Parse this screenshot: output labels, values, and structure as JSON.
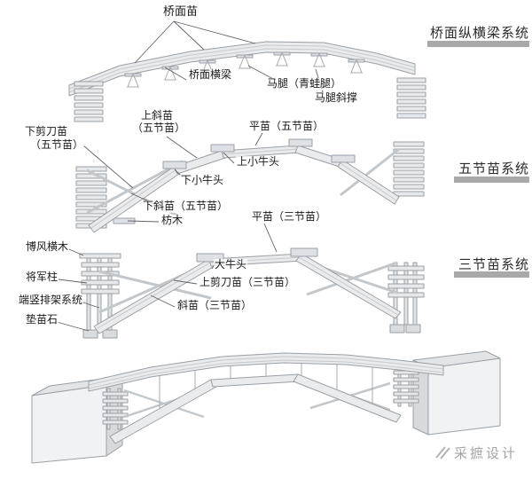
{
  "section_labels": {
    "deck": "桥面纵横梁系统",
    "five_segment": "五节苗系统",
    "three_segment": "三节苗系统"
  },
  "part_labels": {
    "deck_planks": "桥面苗",
    "deck_crossbeam": "桥面横梁",
    "horse_leg": "马腿（青蛙腿）",
    "horse_leg_brace": "马腿斜撑",
    "upper_slant_l1": "上斜苗",
    "upper_slant_l2": "（五节苗）",
    "flat_five": "平苗（五节苗）",
    "lower_scissor_l1": "下剪刀苗",
    "lower_scissor_l2": "（五节苗）",
    "upper_small_oxhead": "上小牛头",
    "lower_small_oxhead": "下小牛头",
    "lower_slant_five": "下斜苗（五节苗）",
    "fang_timber": "枋木",
    "flat_three": "平苗（三节苗）",
    "bofeng_crossbeam": "博风横木",
    "general_post": "将军柱",
    "big_oxhead": "大牛头",
    "upper_scissor_three": "上剪刀苗（三节苗）",
    "end_frame_system": "端竖排架系统",
    "slant_three": "斜苗（三节苗）",
    "padding_stone": "垫苗石"
  },
  "watermark": {
    "text": "采摭设计",
    "icon": "pen-nib-icon"
  },
  "colors": {
    "section_bar": "#a9a9a9",
    "drawing_stroke": "#9aa0a6",
    "timber_fill": "#e9ebed",
    "leader_line": "#5f6368",
    "watermark_text": "#a3a3a3",
    "label_text": "#1a1a1a"
  }
}
